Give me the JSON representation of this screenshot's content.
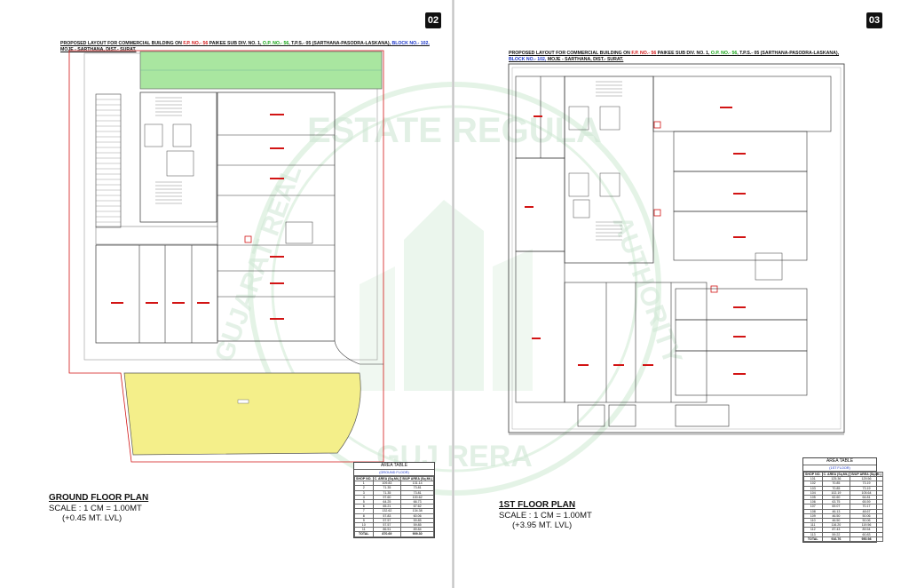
{
  "watermark": {
    "arc_text_top": "ESTATE REGULA",
    "arc_text_left": "GUJARAT REAL",
    "arc_text_right": "AUTHORITY",
    "bottom_text": "GUJ RERA"
  },
  "left_page": {
    "page_number": "02",
    "title": {
      "prefix": "PROPOSED LAYOUT FOR COMMERCIAL BUILDING ON ",
      "fp_no": "F.P. NO.- 56",
      "mid1": " PAIKEE SUB DIV. NO. 1, ",
      "op_no": "O.P. NO.- 56",
      "mid2": ", T.P.S.- 05 (SARTHANA-PASODRA-LASKANA), ",
      "block_no": "BLOCK NO.- 102,",
      "line2": "MOJE - SARTHANA, DIST.- SURAT."
    },
    "plan_title": "GROUND FLOOR PLAN",
    "scale": "SCALE : 1 CM = 1.00MT",
    "level": "(+0.45 MT. LVL)",
    "area_table": {
      "caption": "AREA TABLE",
      "subcaption": "(GROUND FLOOR)",
      "headers": [
        "SHOP NO.",
        "C. AREA (Sq.Mt.)",
        "B/UP AREA (Sq.Mt.)"
      ],
      "rows": [
        [
          "1",
          "109.83",
          "131.14"
        ],
        [
          "2",
          "71.35",
          "73.81"
        ],
        [
          "3",
          "71.35",
          "73.81"
        ],
        [
          "4",
          "97.60",
          "100.62"
        ],
        [
          "5",
          "64.25",
          "66.73"
        ],
        [
          "6",
          "65.21",
          "67.62"
        ],
        [
          "7",
          "132.62",
          "134.38"
        ],
        [
          "8",
          "57.83",
          "60.06"
        ],
        [
          "9",
          "57.57",
          "59.85"
        ],
        [
          "10",
          "57.57",
          "59.85"
        ],
        [
          "11",
          "86.51",
          "89.84"
        ]
      ],
      "total": [
        "TOTAL",
        "870.69",
        "909.30"
      ]
    }
  },
  "right_page": {
    "page_number": "03",
    "title": {
      "prefix": "PROPOSED LAYOUT FOR COMMERCIAL BUILDING ON ",
      "fp_no": "F.P. NO.- 56",
      "mid1": " PAIKEE SUB DIV. NO. 1, ",
      "op_no": "O.P. NO.- 56",
      "mid2": ", T.P.S.- 05 (SARTHANA-PASODRA-LASKANA),",
      "block_no": "BLOCK NO.- 102,",
      "line2": " MOJE - SARTHANA, DIST.- SURAT."
    },
    "plan_title": "1ST FLOOR PLAN",
    "scale": "SCALE : 1 CM = 1.00MT",
    "level": "(+3.95 MT. LVL)",
    "area_table": {
      "caption": "AREA TABLE",
      "subcaption": "(1ST FLOOR)",
      "headers": [
        "SHOP NO.",
        "C. AREA (Sq.Mt.)",
        "B/UP AREA (Sq.Mt.)"
      ],
      "rows": [
        [
          "101",
          "125.36",
          "129.56"
        ],
        [
          "102",
          "70.85",
          "73.19"
        ],
        [
          "103",
          "70.85",
          "73.19"
        ],
        [
          "104",
          "102.19",
          "105.64"
        ],
        [
          "105",
          "62.60",
          "64.81"
        ],
        [
          "106",
          "63.75",
          "65.59"
        ],
        [
          "107",
          "69.07",
          "70.17"
        ],
        [
          "108",
          "46.13",
          "48.67"
        ],
        [
          "109",
          "46.50",
          "50.06"
        ],
        [
          "110",
          "46.50",
          "50.06"
        ],
        [
          "111",
          "116.20",
          "119.56"
        ],
        [
          "112",
          "87.43",
          "89.54"
        ],
        [
          "113",
          "59.22",
          "60.83"
        ]
      ],
      "total": [
        "TOTAL",
        "916.76",
        "950.98"
      ]
    }
  },
  "colors": {
    "red": "#d21414",
    "green": "#13a313",
    "blue": "#1a35c8",
    "landscape_fill": "#a9e6a0",
    "yellow_fill": "#f4ef8a",
    "watermark": "#bfe3c6"
  }
}
